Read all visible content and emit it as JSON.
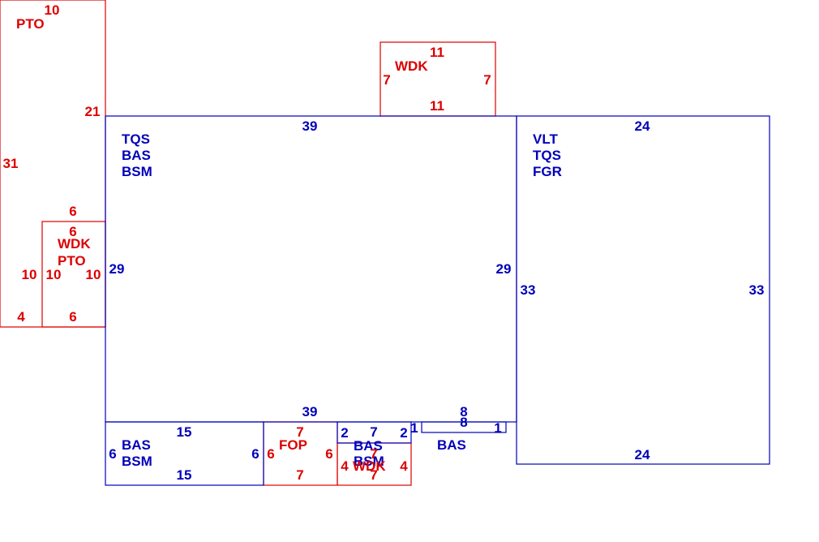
{
  "colors": {
    "blue": "#0000bb",
    "red": "#dd0000"
  },
  "blue_codes": {
    "main": [
      "TQS",
      "BAS",
      "BSM"
    ],
    "garage": [
      "VLT",
      "TQS",
      "FGR"
    ],
    "bottom_left": [
      "BAS",
      "BSM"
    ],
    "bottom_mid": [
      "BAS",
      "BSM"
    ],
    "strip": "BAS"
  },
  "red_codes": {
    "top_deck": "WDK",
    "patio": "PTO",
    "small_deck": [
      "WDK",
      "PTO"
    ],
    "porch": "FOP",
    "lower_deck": "WDK"
  },
  "dims": {
    "main_top": "39",
    "main_bottom": "39",
    "main_left": "29",
    "main_right": "29",
    "garage_top": "24",
    "garage_bottom": "24",
    "garage_left": "33",
    "garage_right": "33",
    "top_deck_top": "11",
    "top_deck_bottom": "11",
    "top_deck_left": "7",
    "top_deck_right": "7",
    "patio_top": "10",
    "patio_left": "31",
    "patio_right": "21",
    "patio_mid": "10",
    "patio_bottom": "4",
    "small_deck_top_a": "6",
    "small_deck_top_b": "6",
    "small_deck_left": "10",
    "small_deck_right": "10",
    "small_deck_bottom": "6",
    "bl_top": "15",
    "bl_bottom": "15",
    "bl_left": "6",
    "bl_right": "6",
    "porch_top": "7",
    "porch_bottom": "7",
    "porch_left": "6",
    "porch_right": "6",
    "bm_left": "2",
    "bm_top": "7",
    "bm_right": "2",
    "lower_deck_top": "7",
    "lower_deck_bottom": "7",
    "lower_deck_left": "4",
    "lower_deck_right": "4",
    "strip_left": "1",
    "strip_right": "1",
    "strip_top_a": "8",
    "strip_top_b": "8"
  }
}
